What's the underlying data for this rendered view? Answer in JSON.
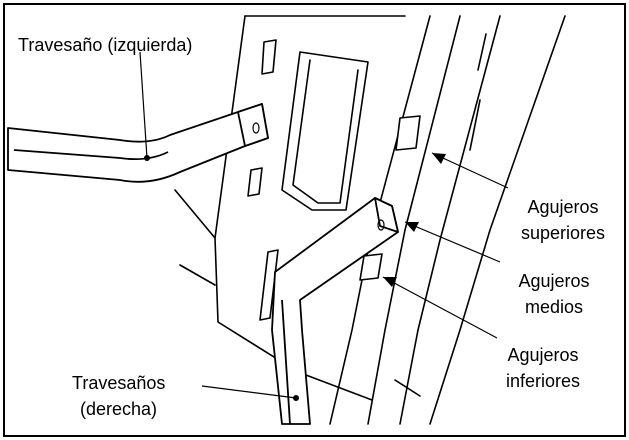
{
  "labels": {
    "crossbar_left": "Travesaño (izquierda)",
    "crossbar_right_line1": "Travesaños",
    "crossbar_right_line2": "(derecha)",
    "upper_holes_line1": "Agujeros",
    "upper_holes_line2": "superiores",
    "middle_holes_line1": "Agujeros",
    "middle_holes_line2": "medios",
    "lower_holes_line1": "Agujeros",
    "lower_holes_line2": "inferiores"
  },
  "colors": {
    "stroke": "#000000",
    "background": "#ffffff"
  }
}
